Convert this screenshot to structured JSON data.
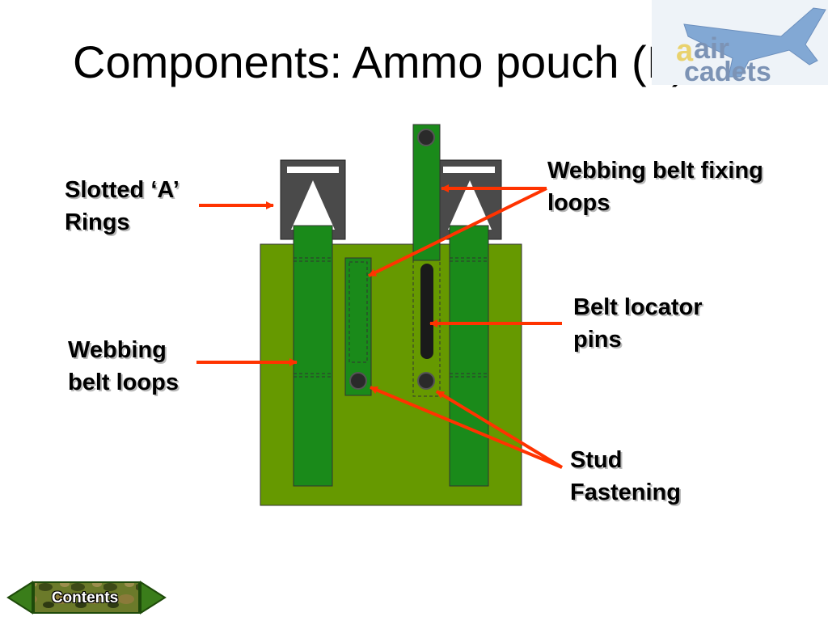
{
  "slide": {
    "title": "Components: Ammo pouch (II)"
  },
  "logo": {
    "line1": "air",
    "line2": "cadets",
    "icon": "aircraft-icon",
    "colors": {
      "text": "#7c93b5",
      "plane": "#7fa6d1",
      "glyph": "#e8c840"
    }
  },
  "labels": {
    "a_rings": [
      "Slotted ‘A’",
      "Rings"
    ],
    "fixing_loops": [
      "Webbing belt fixing",
      "loops"
    ],
    "locator_pins": [
      "Belt locator",
      "pins"
    ],
    "belt_loops": [
      "Webbing",
      "belt loops"
    ],
    "stud": [
      "Stud",
      "Fastening"
    ]
  },
  "nav": {
    "contents_label": "Contents",
    "icons": [
      "arrow-left-icon",
      "arrow-right-icon"
    ]
  },
  "colors": {
    "pouch": "#669900",
    "webbing": "#1a8a1a",
    "arrow": "#ff3300",
    "ring_frame": "#444444"
  }
}
